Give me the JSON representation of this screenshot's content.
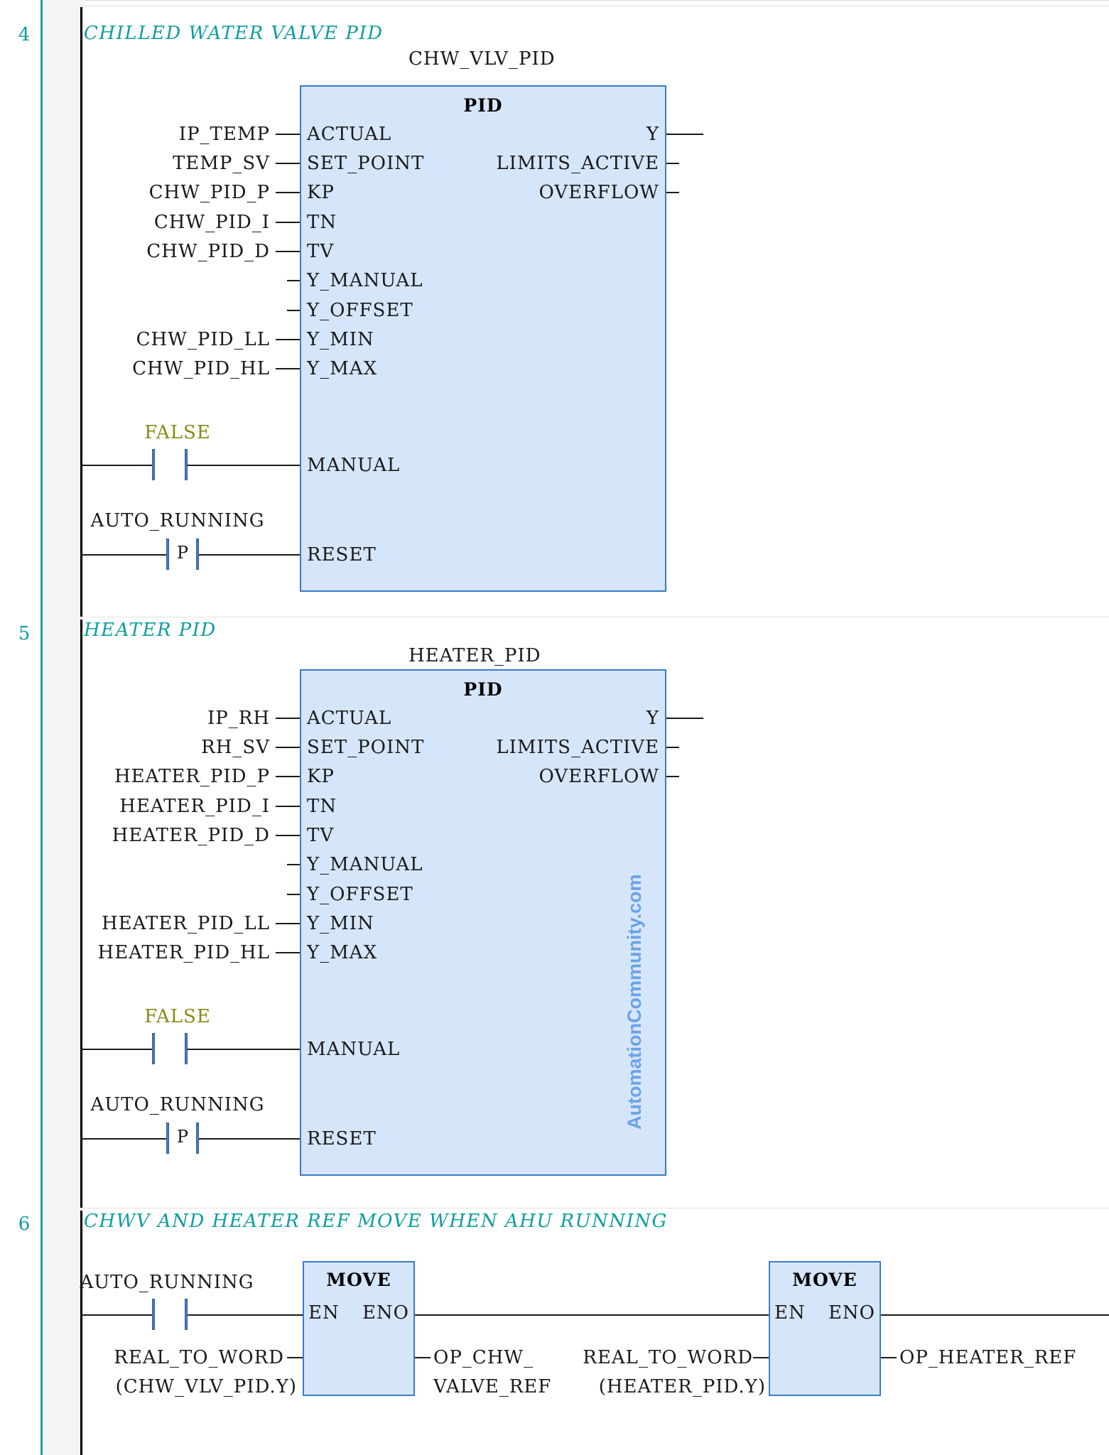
{
  "editor": {
    "rungs": [
      {
        "number": "4",
        "comment": "CHILLED WATER VALVE PID",
        "block": {
          "instance_name": "CHW_VLV_PID",
          "type": "PID",
          "inputs": [
            {
              "pin": "ACTUAL",
              "tag": "IP_TEMP"
            },
            {
              "pin": "SET_POINT",
              "tag": "TEMP_SV"
            },
            {
              "pin": "KP",
              "tag": "CHW_PID_P"
            },
            {
              "pin": "TN",
              "tag": "CHW_PID_I"
            },
            {
              "pin": "TV",
              "tag": "CHW_PID_D"
            },
            {
              "pin": "Y_MANUAL",
              "tag": ""
            },
            {
              "pin": "Y_OFFSET",
              "tag": ""
            },
            {
              "pin": "Y_MIN",
              "tag": "CHW_PID_LL"
            },
            {
              "pin": "Y_MAX",
              "tag": "CHW_PID_HL"
            }
          ],
          "outputs": [
            {
              "pin": "Y",
              "tag": ""
            },
            {
              "pin": "LIMITS_ACTIVE",
              "tag": ""
            },
            {
              "pin": "OVERFLOW",
              "tag": ""
            }
          ],
          "bool_inputs": [
            {
              "pin": "MANUAL",
              "tag": "FALSE",
              "contact_type": "no"
            },
            {
              "pin": "RESET",
              "tag": "AUTO_RUNNING",
              "contact_type": "p"
            }
          ]
        }
      },
      {
        "number": "5",
        "comment": "HEATER PID",
        "block": {
          "instance_name": "HEATER_PID",
          "type": "PID",
          "inputs": [
            {
              "pin": "ACTUAL",
              "tag": "IP_RH"
            },
            {
              "pin": "SET_POINT",
              "tag": "RH_SV"
            },
            {
              "pin": "KP",
              "tag": "HEATER_PID_P"
            },
            {
              "pin": "TN",
              "tag": "HEATER_PID_I"
            },
            {
              "pin": "TV",
              "tag": "HEATER_PID_D"
            },
            {
              "pin": "Y_MANUAL",
              "tag": ""
            },
            {
              "pin": "Y_OFFSET",
              "tag": ""
            },
            {
              "pin": "Y_MIN",
              "tag": "HEATER_PID_LL"
            },
            {
              "pin": "Y_MAX",
              "tag": "HEATER_PID_HL"
            }
          ],
          "outputs": [
            {
              "pin": "Y",
              "tag": ""
            },
            {
              "pin": "LIMITS_ACTIVE",
              "tag": ""
            },
            {
              "pin": "OVERFLOW",
              "tag": ""
            }
          ],
          "bool_inputs": [
            {
              "pin": "MANUAL",
              "tag": "FALSE",
              "contact_type": "no"
            },
            {
              "pin": "RESET",
              "tag": "AUTO_RUNNING",
              "contact_type": "p"
            }
          ]
        }
      },
      {
        "number": "6",
        "comment": "CHWV AND HEATER REF MOVE WHEN AHU RUNNING",
        "contact": {
          "tag": "AUTO_RUNNING",
          "contact_type": "no"
        },
        "moves": [
          {
            "type": "MOVE",
            "en_label": "EN",
            "eno_label": "ENO",
            "in_line1": "REAL_TO_WORD",
            "in_line2": "(CHW_VLV_PID.Y)",
            "out_line1": "OP_CHW_",
            "out_line2": "VALVE_REF"
          },
          {
            "type": "MOVE",
            "en_label": "EN",
            "eno_label": "ENO",
            "in_line1": "REAL_TO_WORD",
            "in_line2": "(HEATER_PID.Y)",
            "out_line1": "OP_HEATER_REF",
            "out_line2": ""
          }
        ]
      }
    ],
    "watermark": "AutomationCommunity.com",
    "colors": {
      "comment": "#0d9ea0",
      "rung_number": "#0f9b9b",
      "block_fill": "#d6e6fa",
      "block_border": "#3a7bc8",
      "contact_blue": "#4a7ebb",
      "false_olive": "#8a8a12",
      "watermark_blue": "#6aa3e8"
    }
  }
}
